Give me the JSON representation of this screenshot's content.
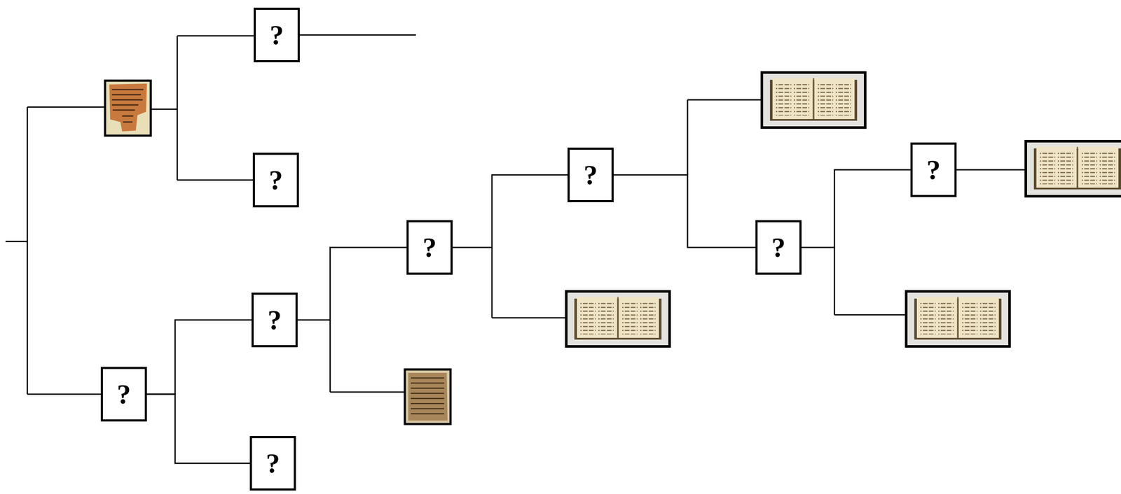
{
  "diagram": {
    "nodes": [
      {
        "text": [
          "?"
        ]
      },
      {
        "text": [
          "?"
        ]
      },
      {
        "text": [
          "?"
        ]
      },
      {
        "text": [
          "?"
        ]
      },
      {
        "text": [
          "?"
        ]
      },
      {
        "text": [
          "?"
        ]
      },
      {
        "text": [
          "?"
        ]
      },
      {
        "text": [
          "?"
        ]
      },
      {
        "text": [
          "?"
        ]
      }
    ],
    "edges": [
      {
        "from": 2,
        "to": 3,
        "arrow": "none"
      },
      {
        "from": 2,
        "to": 4,
        "arrow": "none"
      },
      {
        "from": 3,
        "to": 5,
        "arrow": "none"
      },
      {
        "from": 5,
        "to": 6,
        "arrow": "none"
      },
      {
        "from": 6,
        "to": 7,
        "arrow": "none"
      },
      {
        "from": 7,
        "to": 8,
        "arrow": "none"
      }
    ]
  }
}
